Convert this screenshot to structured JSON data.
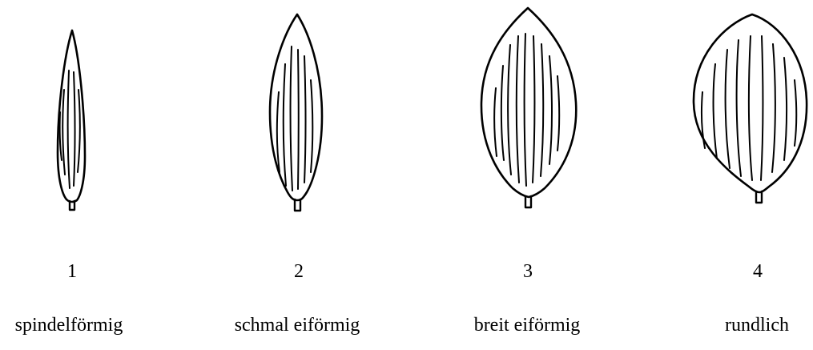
{
  "figure": {
    "items": [
      {
        "number": "1",
        "label": "spindelförmig",
        "shape": "spindle-shape"
      },
      {
        "number": "2",
        "label": "schmal eiförmig",
        "shape": "narrow-ovate-shape"
      },
      {
        "number": "3",
        "label": "breit eiförmig",
        "shape": "broad-ovate-shape"
      },
      {
        "number": "4",
        "label": "rundlich",
        "shape": "roundish-shape"
      }
    ],
    "colors": {
      "stroke": "#000000",
      "background": "#ffffff"
    }
  }
}
